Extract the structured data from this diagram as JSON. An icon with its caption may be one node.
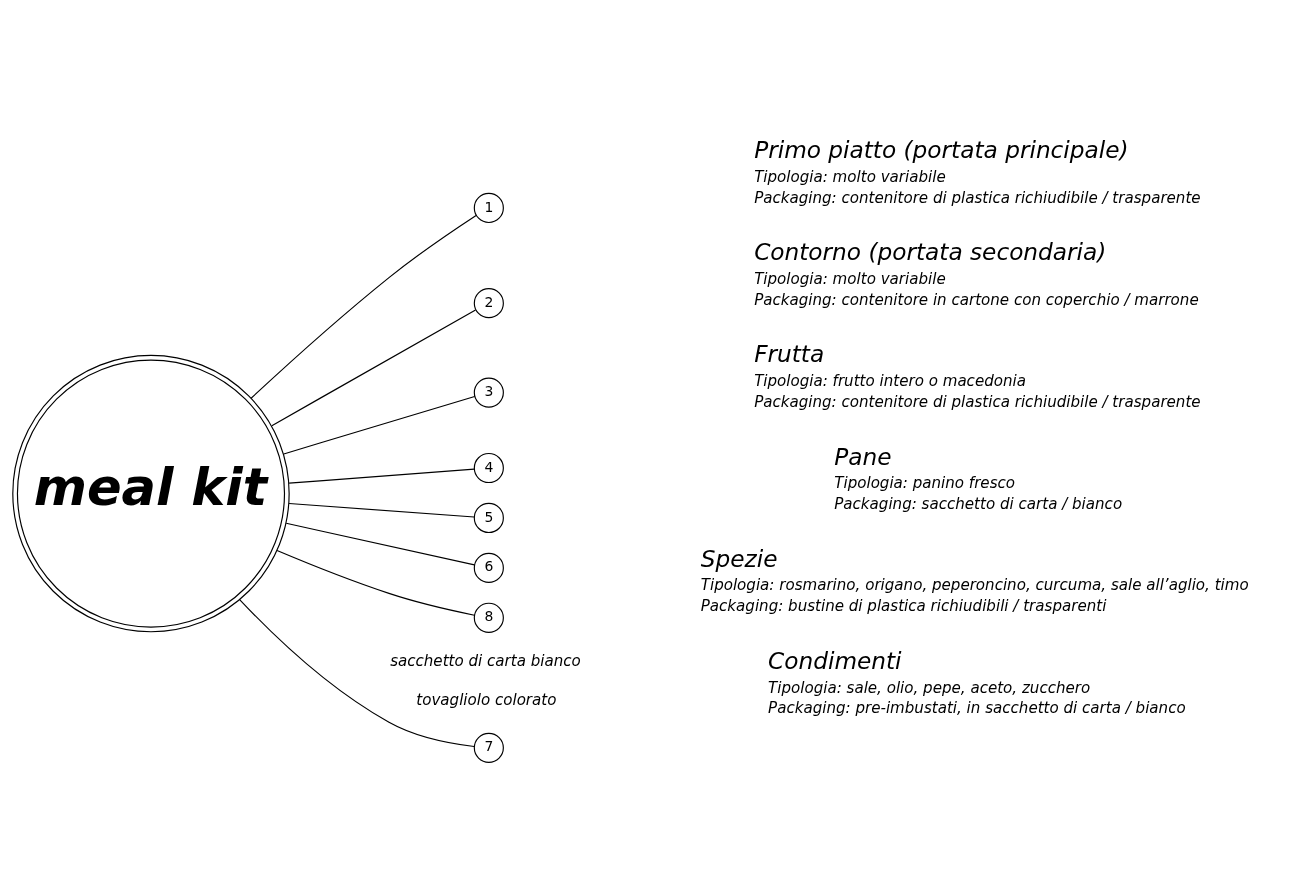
{
  "diagram": {
    "nodes": [
      {
        "text": [
          "meal kit"
        ]
      },
      {
        "text": [
          "1"
        ],
        "beside": [
          "Primo piatto (portata principale)",
          "Tipologia: molto variabile",
          "Packaging: contenitore di plastica richiudibile / trasparente"
        ]
      },
      {
        "text": [
          "2"
        ],
        "beside": [
          "Contorno (portata secondaria)",
          "Tipologia: molto variabile",
          "Packaging: contenitore in cartone con coperchio / marrone"
        ]
      },
      {
        "text": [
          "3"
        ],
        "beside": [
          "Frutta",
          "Tipologia: frutto intero o macedonia",
          "Packaging: contenitore di plastica richiudibile / trasparente"
        ]
      },
      {
        "text": [
          "4"
        ],
        "beside": [
          "Pane",
          "Tipologia: panino fresco",
          "Packaging: sacchetto di carta / bianco"
        ]
      },
      {
        "text": [
          "5"
        ],
        "beside": [
          "Spezie",
          "Tipologia: rosmarino, origano, peperoncino, curcuma, sale all’aglio, timo",
          "Packaging: bustine di plastica richiudibili / trasparenti"
        ]
      },
      {
        "text": [
          "6"
        ],
        "beside": [
          "Condimenti",
          "Tipologia: sale, olio, pepe, aceto, zucchero",
          "Packaging: pre-imbustati, in sacchetto di carta / bianco"
        ]
      },
      {
        "text": [
          "7"
        ],
        "beside": [
          "tovagliolo colorato"
        ]
      },
      {
        "text": [
          "8"
        ],
        "beside": [
          "sacchetto di carta bianco"
        ]
      }
    ],
    "edges": [
      {
        "from": 0,
        "to": 1,
        "arrow": "none"
      },
      {
        "from": 0,
        "to": 2,
        "arrow": "none"
      },
      {
        "from": 0,
        "to": 3,
        "arrow": "none"
      },
      {
        "from": 0,
        "to": 4,
        "arrow": "none"
      },
      {
        "from": 0,
        "to": 5,
        "arrow": "none"
      },
      {
        "from": 0,
        "to": 6,
        "arrow": "none"
      },
      {
        "from": 0,
        "to": 7,
        "arrow": "none"
      },
      {
        "from": 0,
        "to": 8,
        "arrow": "none"
      }
    ]
  }
}
